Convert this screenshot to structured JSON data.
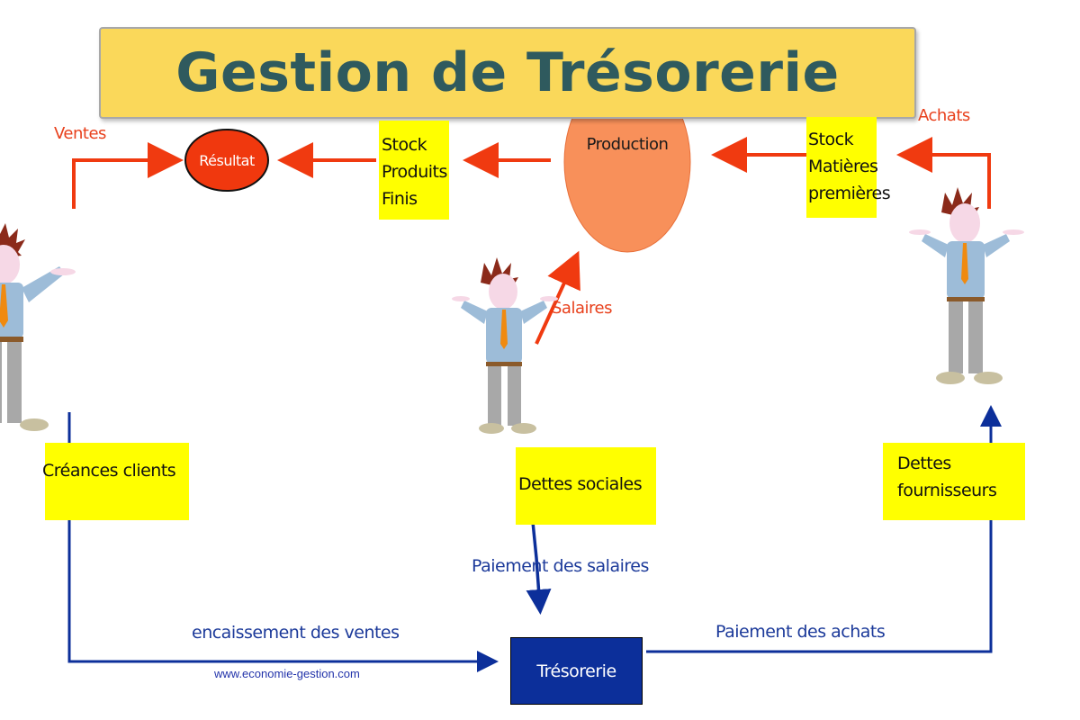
{
  "title": "Gestion de Trésorerie",
  "nodes": {
    "resultat": "Résultat",
    "stock_produits_finis": [
      "Stock",
      "Produits",
      "Finis"
    ],
    "production": "Production",
    "stock_matieres_premieres": [
      "Stock",
      "Matières",
      "premières"
    ],
    "creances_clients": "Créances clients",
    "dettes_sociales": "Dettes sociales",
    "dettes_fournisseurs": [
      "Dettes",
      "fournisseurs"
    ],
    "tresorerie": "Trésorerie"
  },
  "flow_labels": {
    "ventes": "Ventes",
    "achats": "Achats",
    "salaires": "Salaires",
    "paiement_salaires": "Paiement des salaires",
    "encaissement_ventes": "encaissement des ventes",
    "paiement_achats": "Paiement des achats"
  },
  "source_url": "www.economie-gestion.com",
  "figures": [
    "client",
    "employee",
    "supplier"
  ],
  "colors": {
    "banner": "#fad85a",
    "title_text": "#2f5a5e",
    "box_yellow": "#ffff00",
    "red_flow": "#f03a10",
    "blue_flow": "#0c2f9a",
    "production_fill": "#f8905a",
    "resultat_fill": "#f0380e"
  }
}
